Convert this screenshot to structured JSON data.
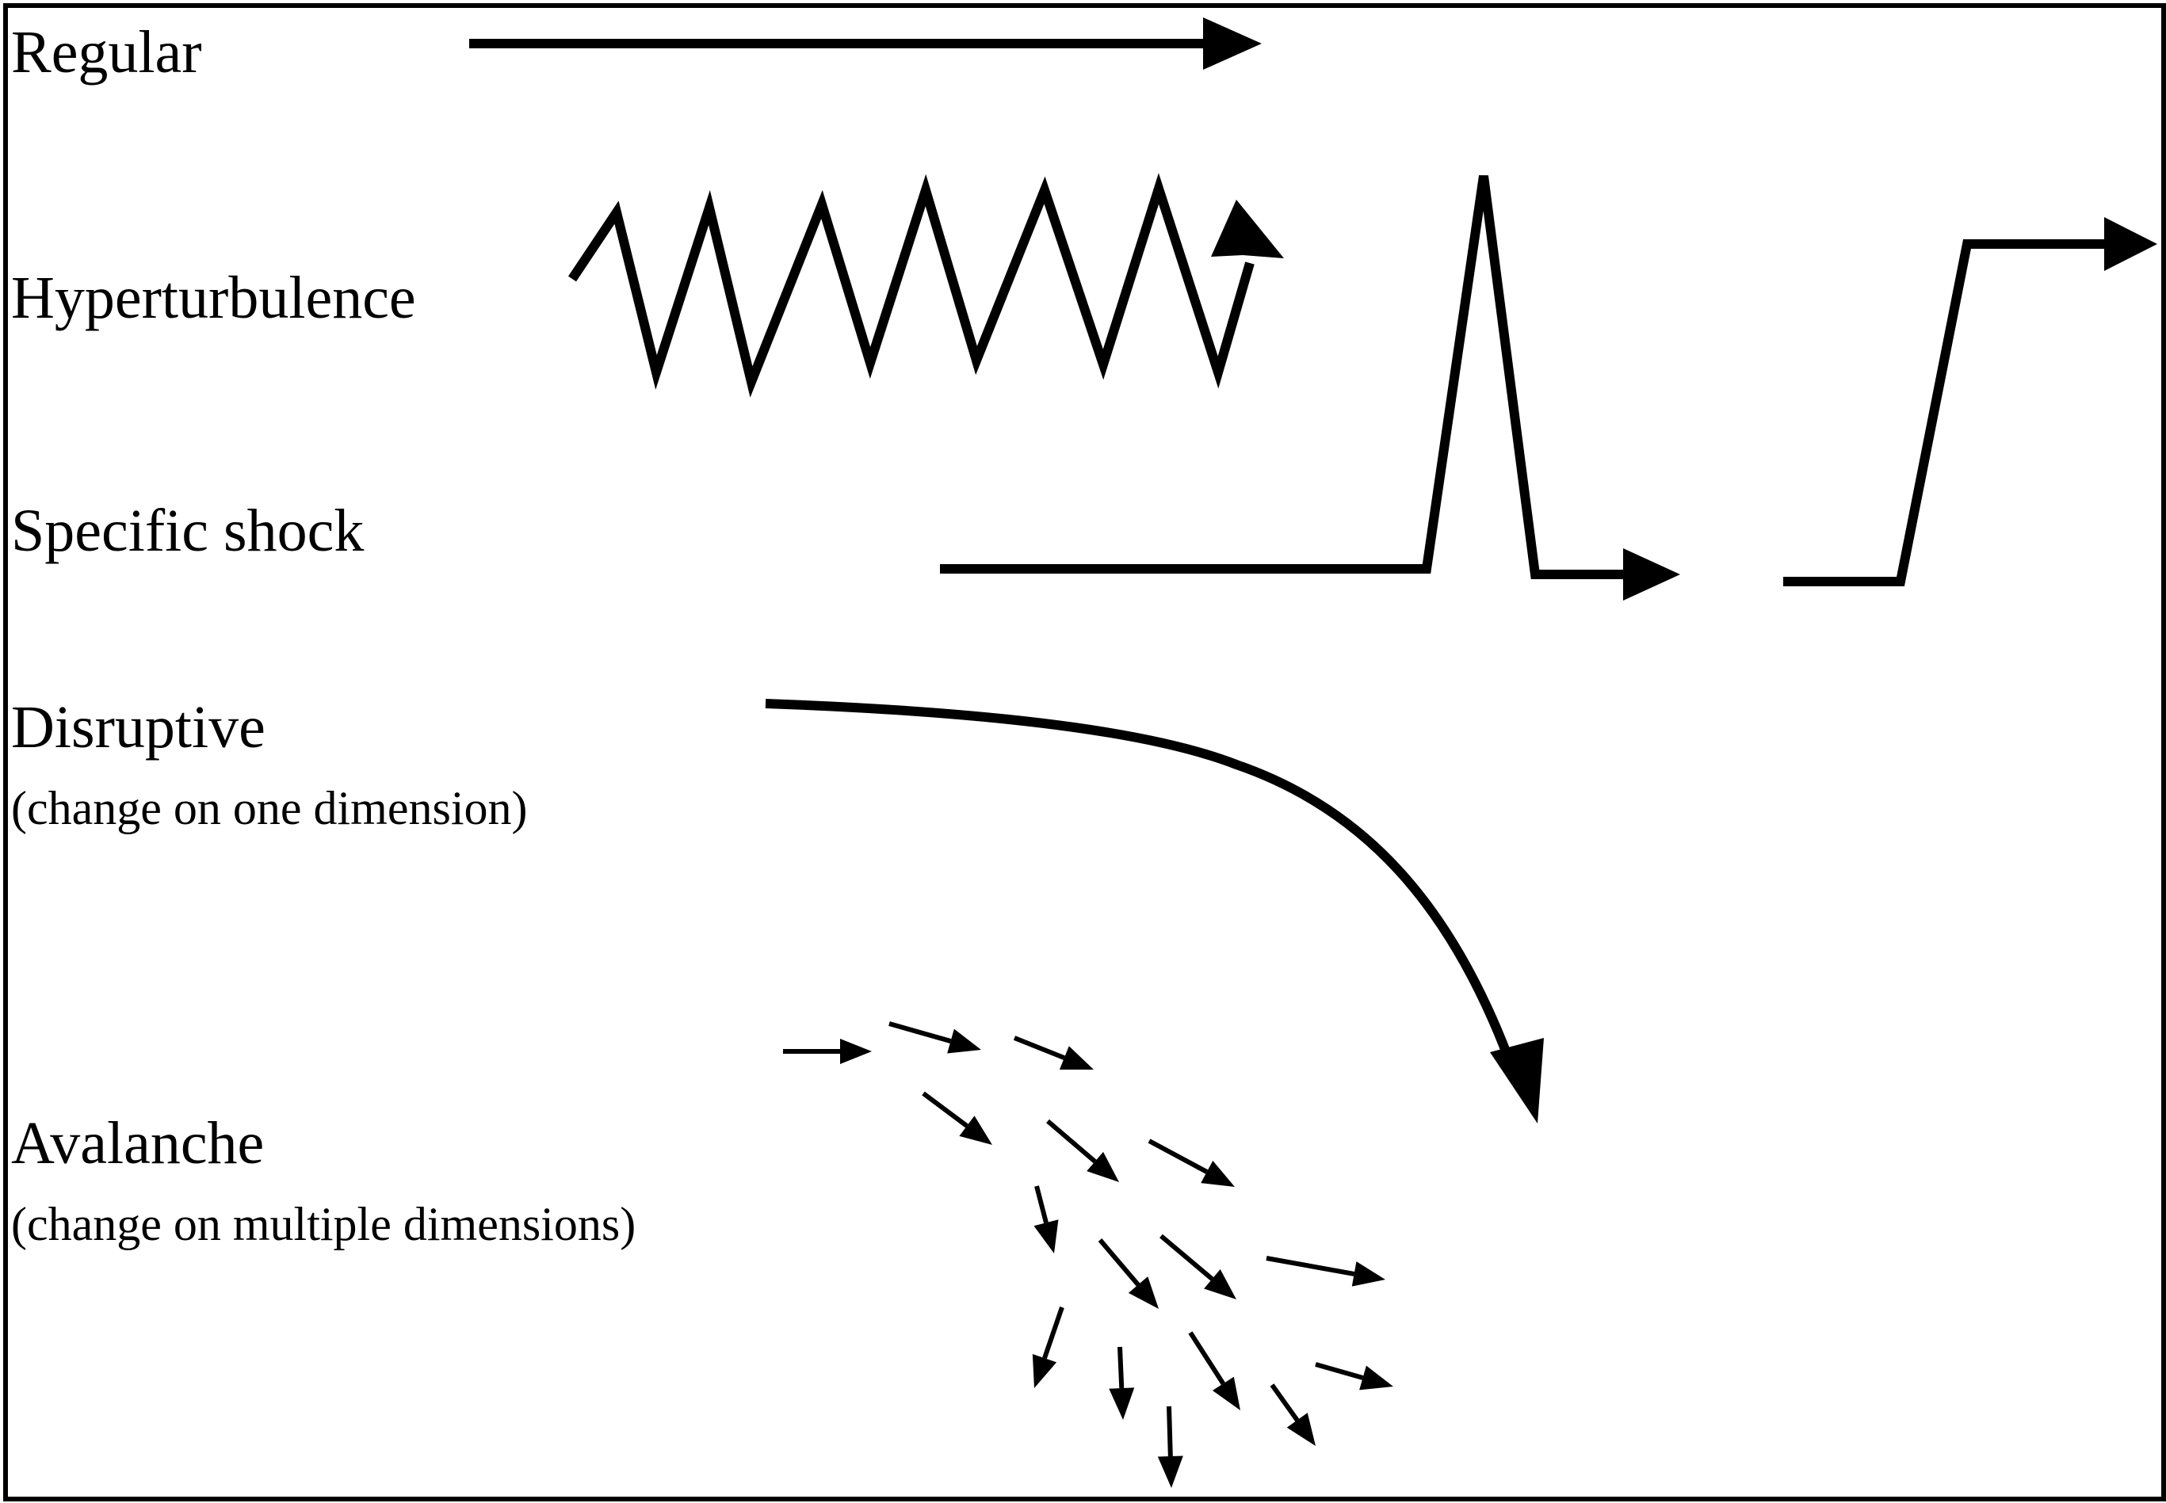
{
  "labels": {
    "regular": "Regular",
    "hyperturbulence": "Hyperturbulence",
    "specific_shock": "Specific shock",
    "disruptive": "Disruptive",
    "disruptive_sub": "(change on one dimension)",
    "avalanche": "Avalanche",
    "avalanche_sub": "(change on multiple dimensions)"
  },
  "colors": {
    "ink": "#000000",
    "background": "#ffffff"
  }
}
